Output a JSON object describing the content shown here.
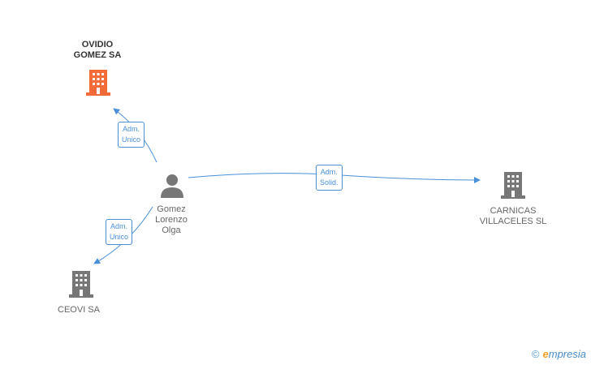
{
  "nodes": {
    "ovidio": {
      "lines": [
        "OVIDIO",
        "GOMEZ SA"
      ],
      "color": "#f26b38"
    },
    "person": {
      "lines": [
        "Gomez",
        "Lorenzo",
        "Olga"
      ],
      "color": "#777777"
    },
    "carnicas": {
      "lines": [
        "CARNICAS",
        "VILLACELES SL"
      ],
      "color": "#777777"
    },
    "ceovi": {
      "lines": [
        "CEOVI SA"
      ],
      "color": "#777777"
    }
  },
  "edges": {
    "to_ovidio": {
      "lines": [
        "Adm.",
        "Unico"
      ]
    },
    "to_carnicas": {
      "lines": [
        "Adm.",
        "Solid."
      ]
    },
    "to_ceovi": {
      "lines": [
        "Adm.",
        "Unico"
      ]
    }
  },
  "colors": {
    "edge": "#4a90d9",
    "building": "#777777",
    "highlight": "#f26b38"
  },
  "watermark": {
    "copyright": "©",
    "brand_initial": "e",
    "brand_rest": "mpresia"
  }
}
